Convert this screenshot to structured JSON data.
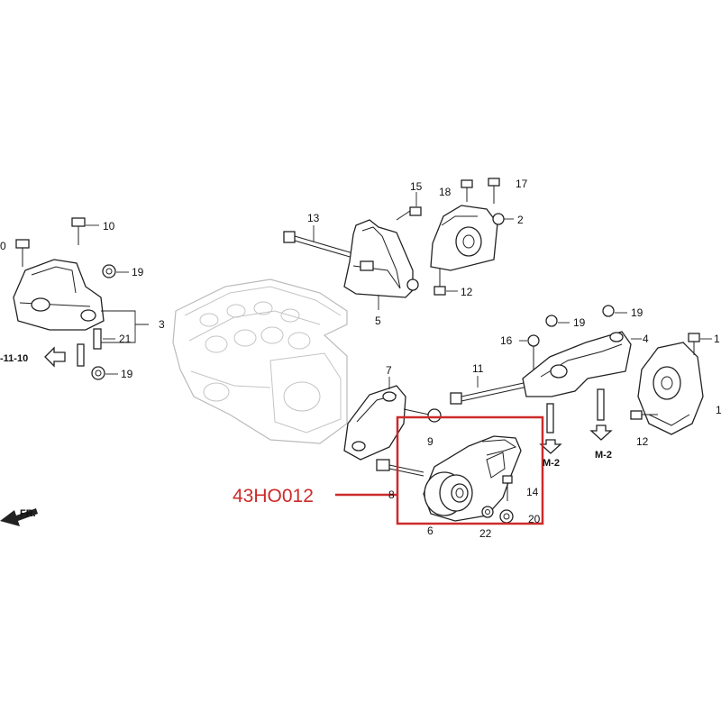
{
  "diagram": {
    "highlight_color": "#cc2a2a",
    "callout_label": "43HO012",
    "front_marker": "FR.",
    "ref_left": "-11-10",
    "ref_m2_a": "M-2",
    "ref_m2_b": "M-2",
    "part_numbers": {
      "p1": "1",
      "p1b": "1",
      "p2": "2",
      "p3": "3",
      "p4": "4",
      "p5": "5",
      "p6": "6",
      "p7": "7",
      "p8": "8",
      "p9": "9",
      "p10": "10",
      "p11": "11",
      "p12a": "12",
      "p12b": "12",
      "p13": "13",
      "p14": "14",
      "p15": "15",
      "p16": "16",
      "p17": "17",
      "p18": "18",
      "p19a": "19",
      "p19b": "19",
      "p19c": "19",
      "p19d": "19",
      "p20": "20",
      "p21": "21",
      "p22": "22",
      "p0": "0"
    }
  }
}
